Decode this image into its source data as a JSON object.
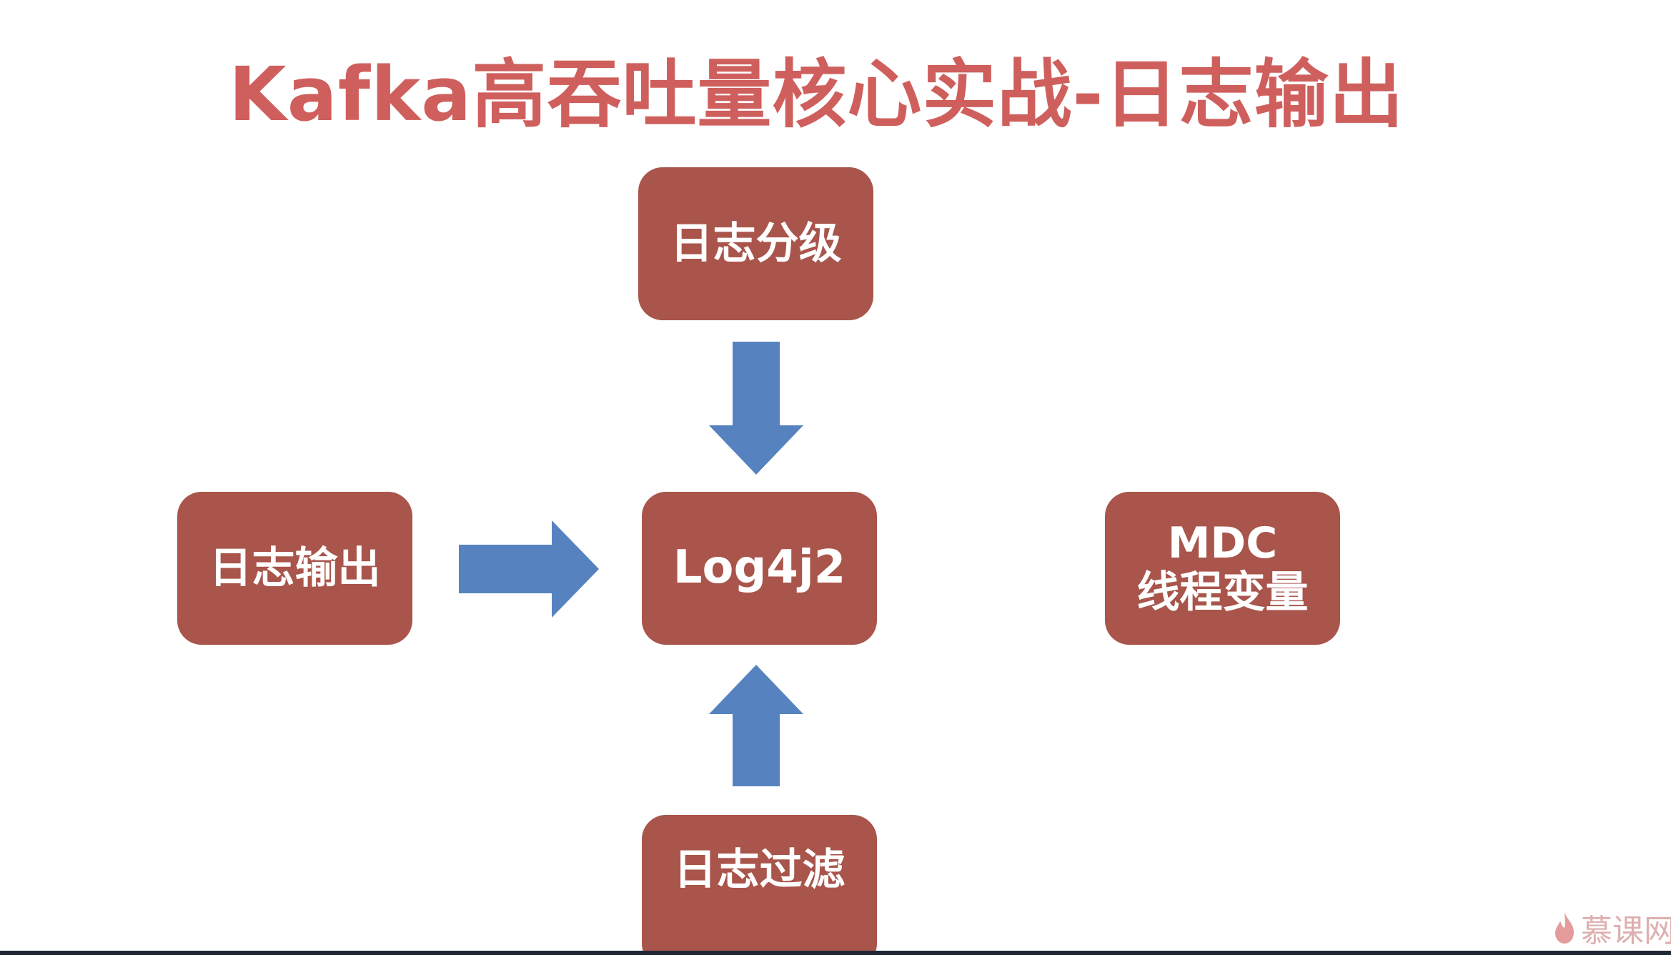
{
  "title": "Kafka高吞吐量核心实战-日志输出",
  "nodes": {
    "top": {
      "label": "日志分级"
    },
    "left": {
      "label": "日志输出"
    },
    "center": {
      "label": "Log4j2"
    },
    "right": {
      "line1": "MDC",
      "line2": "线程变量"
    },
    "bottom": {
      "label": "日志过滤"
    }
  },
  "watermark": {
    "text": "慕课网",
    "icon": "flame-icon"
  },
  "colors": {
    "title": "#cf5f5d",
    "node_fill": "#a9554b",
    "node_text": "#ffffff",
    "arrow": "#5683bf",
    "background": "#ffffff",
    "bottom_bar": "#1f2733"
  }
}
